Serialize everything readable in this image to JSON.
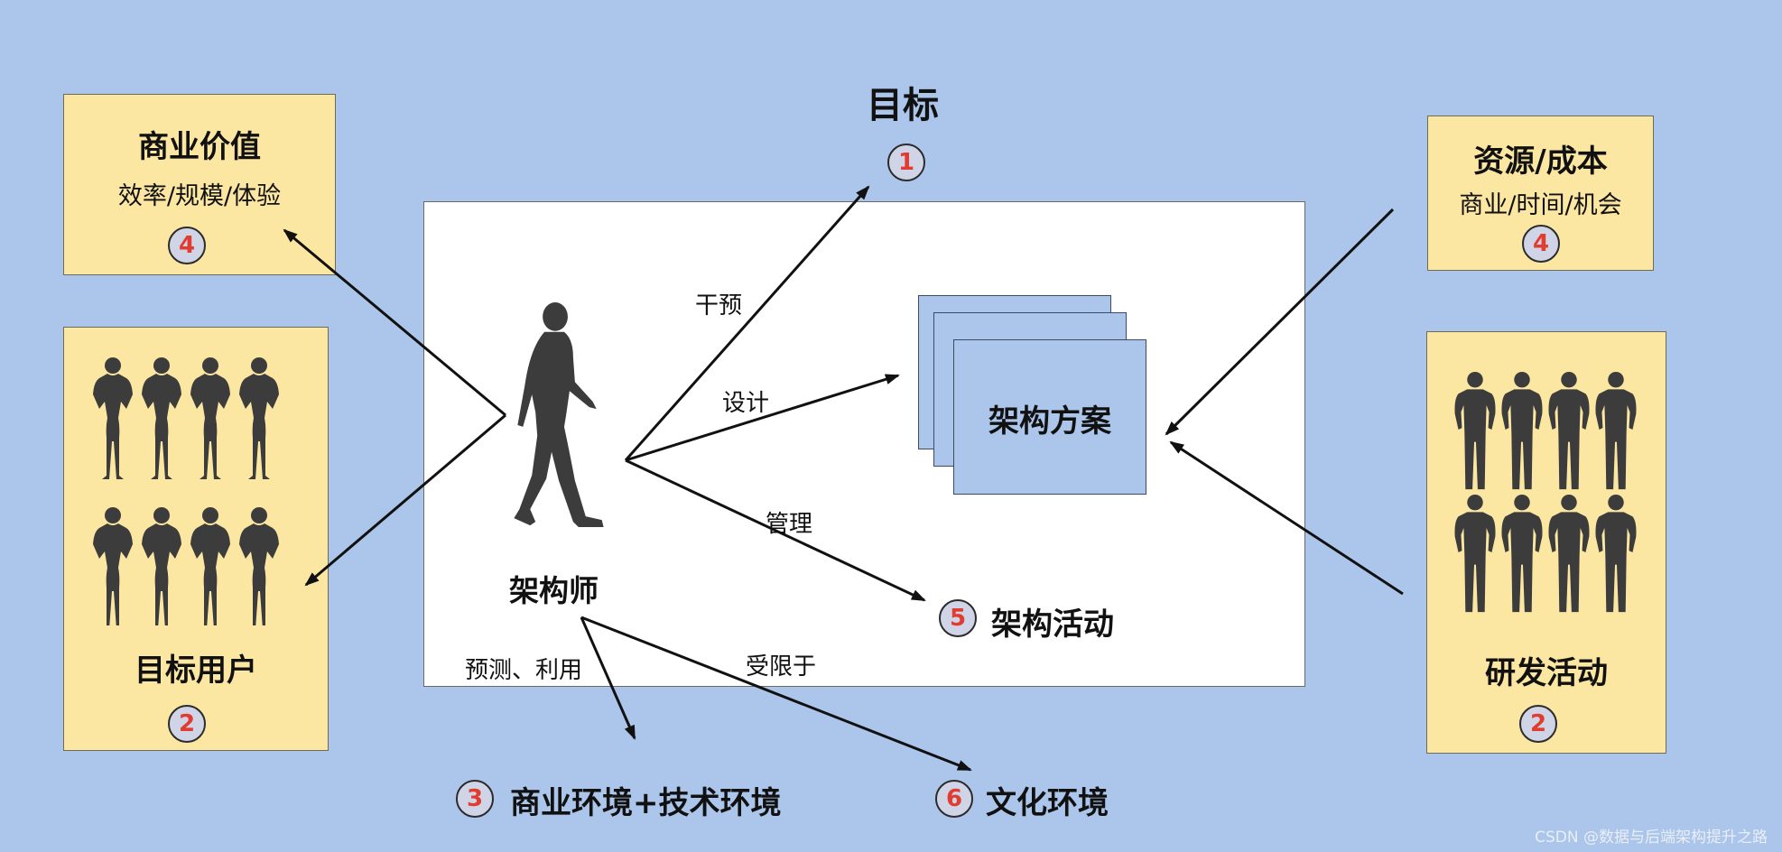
{
  "goal": {
    "title": "目标",
    "badge": "1"
  },
  "business_value": {
    "title": "商业价值",
    "subtitle": "效率/规模/体验",
    "badge": "4"
  },
  "target_users": {
    "title": "目标用户",
    "badge": "2"
  },
  "resources": {
    "title": "资源/成本",
    "subtitle": "商业/时间/机会",
    "badge": "4"
  },
  "dev_activity": {
    "title": "研发活动",
    "badge": "2"
  },
  "architect": {
    "label": "架构师"
  },
  "solution": {
    "label": "架构方案"
  },
  "arch_activity": {
    "label": "架构活动",
    "badge": "5"
  },
  "business_env": {
    "label": "商业环境+技术环境",
    "badge": "3"
  },
  "culture_env": {
    "label": "文化环境",
    "badge": "6"
  },
  "edges": {
    "intervene": "干预",
    "design": "设计",
    "manage": "管理",
    "predict": "预测、利用",
    "constrained": "受限于"
  },
  "watermark": "CSDN @数据与后端架构提升之路",
  "colors": {
    "background": "#abc6ea",
    "panel": "#fbe6a2",
    "badge_text": "#e23b2f",
    "silhouette": "#3c3c3c"
  }
}
